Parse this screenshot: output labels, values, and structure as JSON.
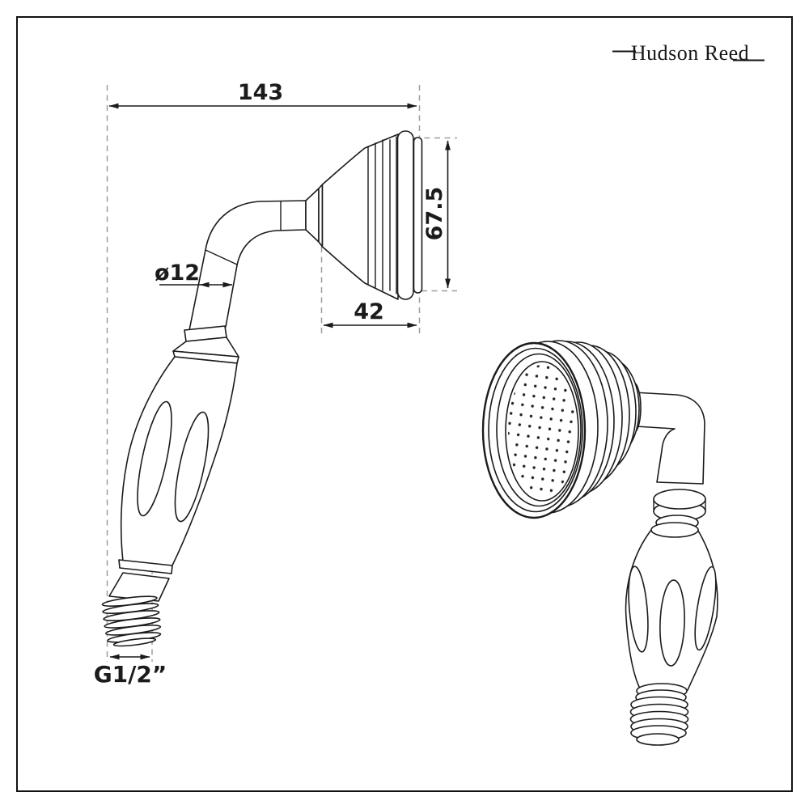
{
  "brand": {
    "name": "Hudson Reed"
  },
  "dimensions": {
    "overall_length": "143",
    "head_diameter": "67.5",
    "tube_diameter": "ø12",
    "head_depth": "42",
    "thread_size": "G1/2”"
  },
  "colors": {
    "line": "#1b1b1b",
    "dashed_line": "#9e9e9e",
    "background": "#ffffff",
    "border": "#121212"
  }
}
